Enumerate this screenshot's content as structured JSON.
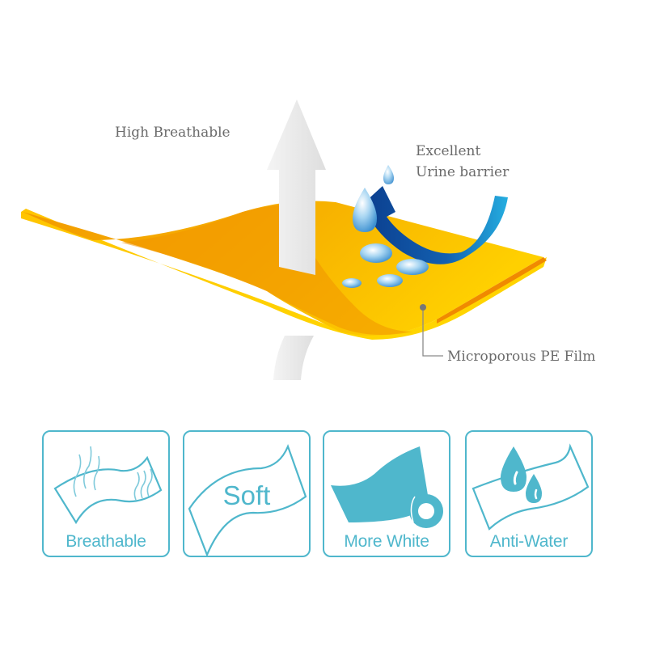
{
  "diagram": {
    "labels": {
      "high_breathable": "High Breathable",
      "urine_barrier_line1": "Excellent",
      "urine_barrier_line2": "Urine barrier",
      "film": "Microporous PE Film"
    },
    "colors": {
      "sheet_top": "#f7b500",
      "sheet_dark": "#f09a00",
      "sheet_light": "#ffd400",
      "arrow_white": "#ececec",
      "blue_arrow_dark": "#0b3f8f",
      "blue_arrow_light": "#1ea3d6",
      "label_gray": "#6b6b6b",
      "feature_teal": "#4fb7cc"
    }
  },
  "features": [
    {
      "label": "Breathable",
      "icon": "breathable-sheet-icon"
    },
    {
      "label": "Soft",
      "icon": "soft-sheet-icon",
      "inner_text": "Soft"
    },
    {
      "label": "More White",
      "icon": "roll-icon"
    },
    {
      "label": "Anti-Water",
      "icon": "water-drops-icon"
    }
  ]
}
